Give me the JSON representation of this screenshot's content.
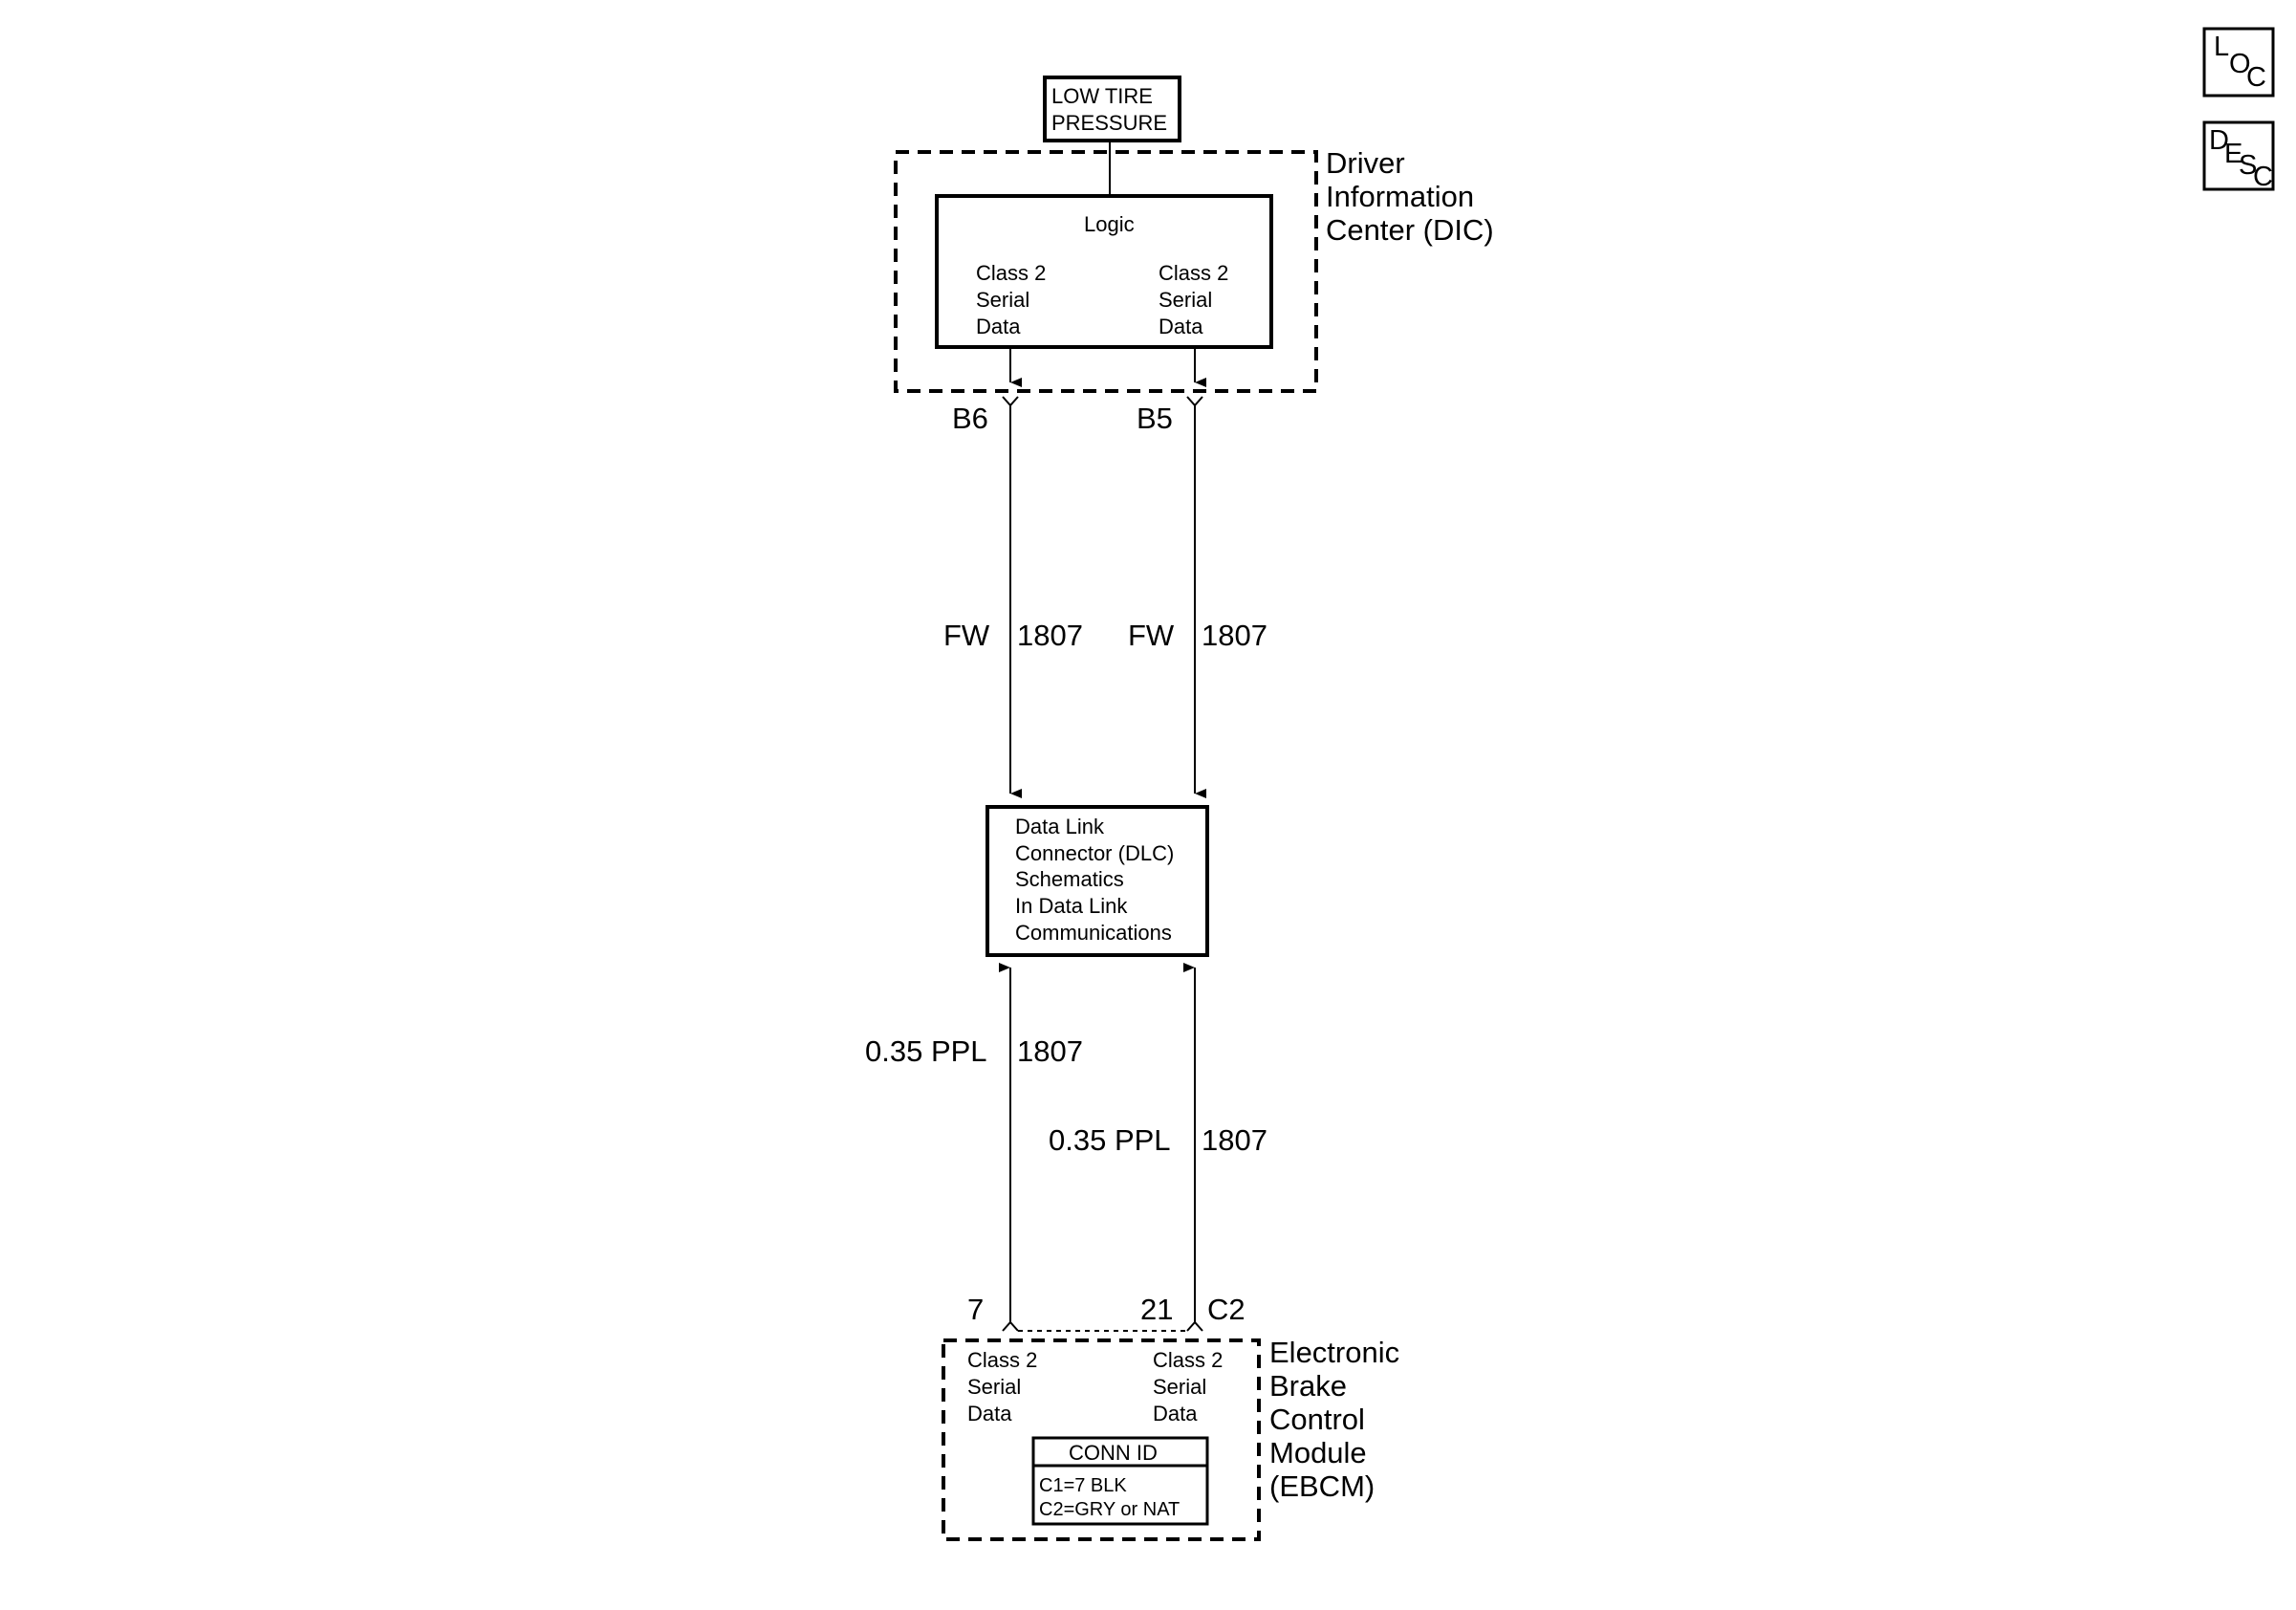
{
  "nav": {
    "loc": {
      "l": "L",
      "o": "O",
      "c": "C"
    },
    "desc": {
      "d": "D",
      "e": "E",
      "s": "S",
      "c": "C"
    }
  },
  "indicator": {
    "line1": "LOW TIRE",
    "line2": "PRESSURE"
  },
  "dic": {
    "name_lines": [
      "Driver",
      "Information",
      "Center (DIC)"
    ],
    "logic": "Logic",
    "left_lines": [
      "Class 2",
      "Serial",
      "Data"
    ],
    "right_lines": [
      "Class 2",
      "Serial",
      "Data"
    ],
    "pin_left": "B6",
    "pin_right": "B5"
  },
  "wires_upper": {
    "left": {
      "color": "FW",
      "circuit": "1807"
    },
    "right": {
      "color": "FW",
      "circuit": "1807"
    }
  },
  "dlc": {
    "lines": [
      "Data Link",
      "Connector (DLC)",
      "Schematics",
      "In Data Link",
      "Communications"
    ]
  },
  "wires_lower": {
    "left": {
      "gauge_color": "0.35 PPL",
      "circuit": "1807"
    },
    "right": {
      "gauge_color": "0.35 PPL",
      "circuit": "1807"
    }
  },
  "ebcm": {
    "pin_left": "7",
    "pin_right": "21",
    "connector": "C2",
    "name_lines": [
      "Electronic",
      "Brake",
      "Control",
      "Module",
      "(EBCM)"
    ],
    "left_lines": [
      "Class 2",
      "Serial",
      "Data"
    ],
    "right_lines": [
      "Class 2",
      "Serial",
      "Data"
    ],
    "conn_id": {
      "title": "CONN ID",
      "lines": [
        "C1=7 BLK",
        "C2=GRY or NAT"
      ]
    }
  }
}
